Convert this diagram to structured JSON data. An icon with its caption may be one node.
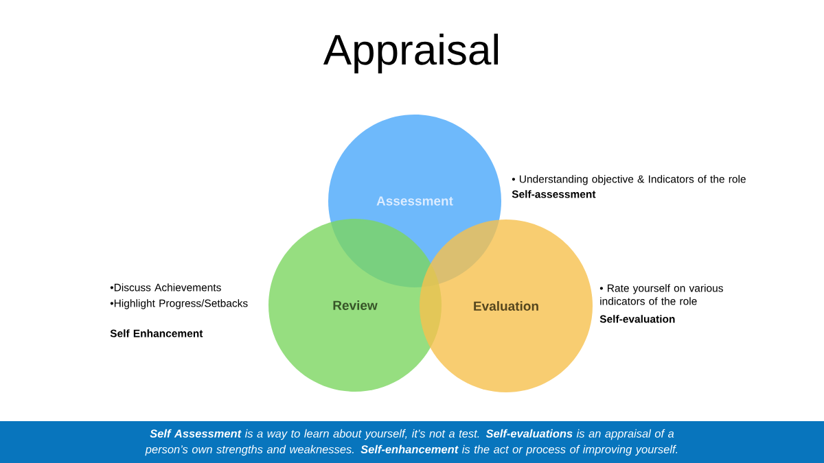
{
  "diagram": {
    "title": "Appraisal",
    "caption": "**Self Assessment** is a way to learn about yourself, it’s not a test. **Self-evaluations** is an appraisal of a person’s own strengths and weaknesses. **Self-enhancement** is the act or process of improving yourself.",
    "nodes": [
      {
        "text": [
          "Assessment"
        ],
        "beside": [
          "• Understanding objective & Indicators of the role",
          "Self-assessment"
        ]
      },
      {
        "text": [
          "Review"
        ],
        "beside": [
          "•Discuss Achievements",
          "•Highlight Progress/Setbacks",
          "Self Enhancement"
        ]
      },
      {
        "text": [
          "Evaluation"
        ],
        "beside": [
          "• Rate yourself on various indicators of the role",
          "Self-evaluation"
        ]
      }
    ]
  }
}
